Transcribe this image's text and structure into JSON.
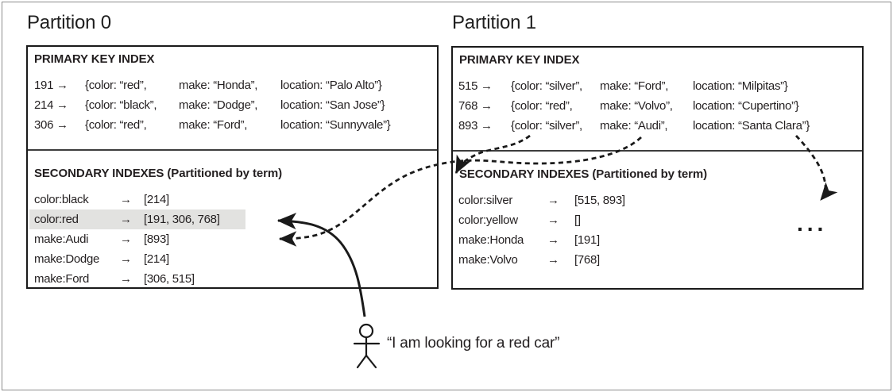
{
  "partitions": [
    {
      "title": "Partition 0",
      "primary": {
        "header": "PRIMARY KEY INDEX",
        "rows": [
          {
            "id": "191 →",
            "color": "{color: “red”,",
            "make": "make: “Honda”,",
            "location": "location: “Palo Alto”}"
          },
          {
            "id": "214 →",
            "color": "{color: “black”,",
            "make": "make: “Dodge”,",
            "location": "location: “San Jose”}"
          },
          {
            "id": "306 →",
            "color": "{color: “red”,",
            "make": "make: “Ford”,",
            "location": "location: “Sunnyvale”}"
          }
        ]
      },
      "secondary": {
        "header": "SECONDARY INDEXES (Partitioned by term)",
        "rows": [
          {
            "term": "color:black",
            "ids": "[214]"
          },
          {
            "term": "color:red",
            "ids": "[191, 306, 768]",
            "highlighted": true
          },
          {
            "term": "make:Audi",
            "ids": "[893]"
          },
          {
            "term": "make:Dodge",
            "ids": "[214]"
          },
          {
            "term": "make:Ford",
            "ids": "[306, 515]"
          }
        ]
      }
    },
    {
      "title": "Partition 1",
      "primary": {
        "header": "PRIMARY KEY INDEX",
        "rows": [
          {
            "id": "515 →",
            "color": "{color: “silver”,",
            "make": "make: “Ford”,",
            "location": "location: “Milpitas”}"
          },
          {
            "id": "768 →",
            "color": "{color: “red”,",
            "make": "make: “Volvo”,",
            "location": "location: “Cupertino”}"
          },
          {
            "id": "893 →",
            "color": "{color: “silver”,",
            "make": "make: “Audi”,",
            "location": "location: “Santa Clara”}"
          }
        ]
      },
      "secondary": {
        "header": "SECONDARY INDEXES (Partitioned by term)",
        "rows": [
          {
            "term": "color:silver",
            "ids": "[515, 893]"
          },
          {
            "term": "color:yellow",
            "ids": "[]"
          },
          {
            "term": "make:Honda",
            "ids": "[191]"
          },
          {
            "term": "make:Volvo",
            "ids": "[768]"
          }
        ]
      },
      "more_partitions": "..."
    }
  ],
  "glyphs": {
    "arrow": "→"
  },
  "query": {
    "label": "“I am looking for a red car”"
  },
  "colors": {
    "text": "#231f20",
    "box_border": "#1a1a1a",
    "section_divider": "#3d3d3d",
    "outer_frame": "#8c8c8c",
    "highlight": "#e2e2e0",
    "arrow": "#1a1a1a"
  }
}
